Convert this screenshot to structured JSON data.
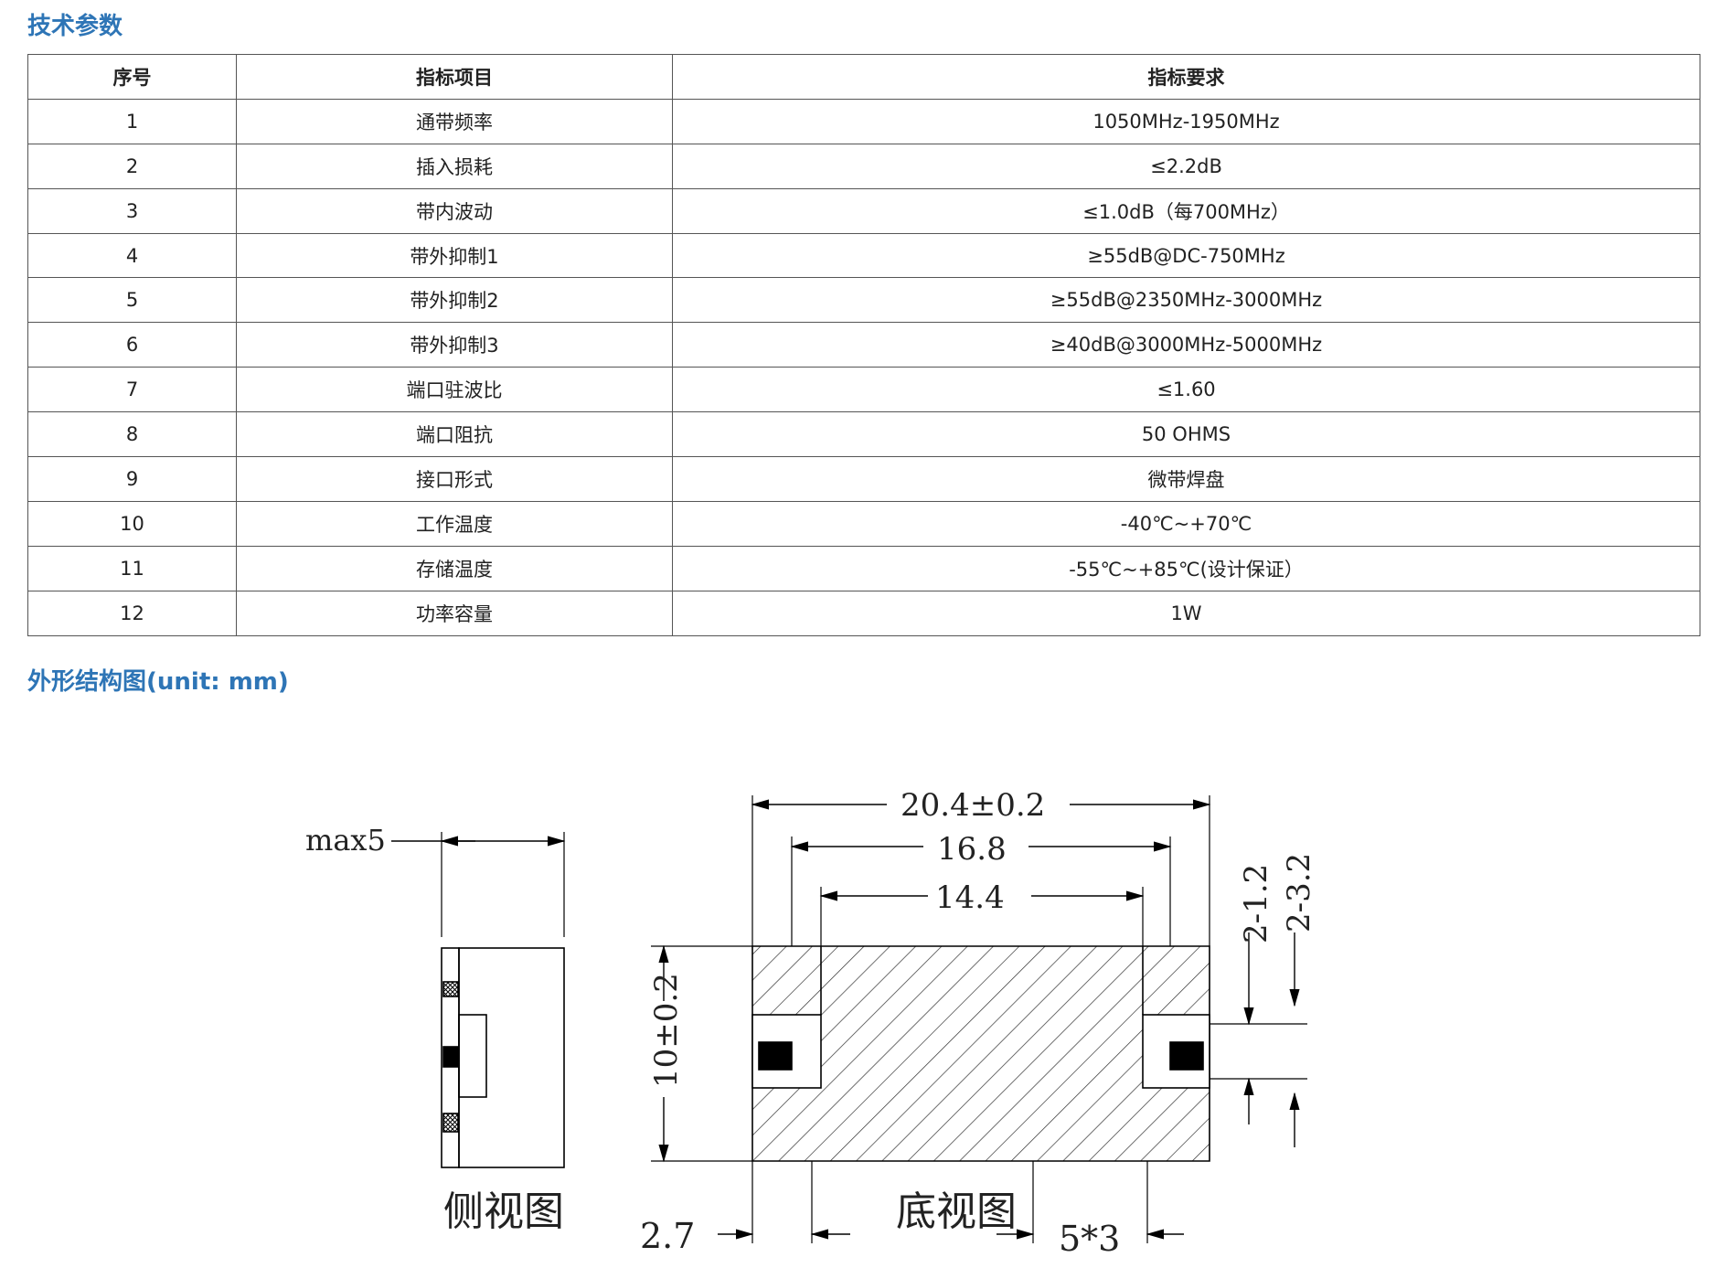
{
  "section1_title": "技术参数",
  "table": {
    "headers": [
      "序号",
      "指标项目",
      "指标要求"
    ],
    "rows": [
      [
        "1",
        "通带频率",
        "1050MHz-1950MHz"
      ],
      [
        "2",
        "插入损耗",
        "≤2.2dB"
      ],
      [
        "3",
        "带内波动",
        "≤1.0dB（每700MHz）"
      ],
      [
        "4",
        "带外抑制1",
        "≥55dB@DC-750MHz"
      ],
      [
        "5",
        "带外抑制2",
        "≥55dB@2350MHz-3000MHz"
      ],
      [
        "6",
        "带外抑制3",
        "≥40dB@3000MHz-5000MHz"
      ],
      [
        "7",
        "端口驻波比",
        "≤1.60"
      ],
      [
        "8",
        "端口阻抗",
        "50 OHMS"
      ],
      [
        "9",
        "接口形式",
        "微带焊盘"
      ],
      [
        "10",
        "工作温度",
        "-40℃~+70℃"
      ],
      [
        "11",
        "存储温度",
        "-55℃~+85℃(设计保证）"
      ],
      [
        "12",
        "功率容量",
        "1W"
      ]
    ]
  },
  "section2_title": "外形结构图(unit: mm)",
  "drawing": {
    "side_label": "max5",
    "side_view_caption": "侧视图",
    "bottom_view_caption": "底视图",
    "dim_total_width": "20.4±0.2",
    "dim_width_2": "16.8",
    "dim_width_3": "14.4",
    "dim_height": "10±0.2",
    "dim_pad_1": "2-1.2",
    "dim_pad_2": "2-3.2",
    "dim_edge": "2.7",
    "dim_pitch": "5*3"
  }
}
